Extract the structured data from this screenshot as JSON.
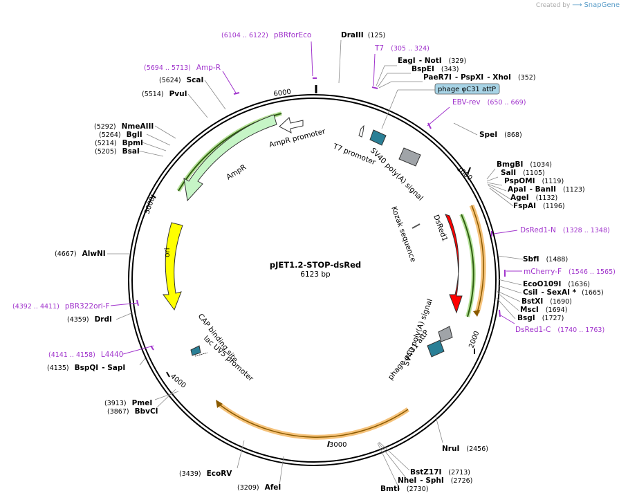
{
  "credit": {
    "created_by": "Created by",
    "brand": "SnapGene"
  },
  "plasmid": {
    "name": "pJET1.2-STOP-dsRed",
    "size": "6123 bp"
  },
  "ticks": [
    "1000",
    "2000",
    "3000",
    "4000",
    "5000",
    "6000"
  ],
  "colors": {
    "primer": "#a033cc",
    "ampr": "#c6f5c6",
    "ori": "#ffff00",
    "dsred": "#ff0000",
    "polyA": "#a0a4a8",
    "attp": "#2a7f96",
    "orf": "#f5c27a"
  },
  "enzymes": [
    {
      "name": "DraIII",
      "pos": "(125)"
    },
    {
      "name": "EagI",
      "sep": "- ",
      "name2": "NotI",
      "pos": "(329)"
    },
    {
      "name": "BspEI",
      "pos": "(343)"
    },
    {
      "name": "PaeR7I",
      "sep": "- ",
      "name2": "PspXI",
      "sep2": "- ",
      "name3": "XhoI",
      "pos": "(352)"
    },
    {
      "name": "SpeI",
      "pos": "(868)"
    },
    {
      "name": "BmgBI",
      "pos": "(1034)"
    },
    {
      "name": "SalI",
      "pos": "(1105)"
    },
    {
      "name": "PspOMI",
      "pos": "(1119)"
    },
    {
      "name": "ApaI",
      "sep": "- ",
      "name2": "BanII",
      "pos": "(1123)"
    },
    {
      "name": "AgeI",
      "pos": "(1132)"
    },
    {
      "name": "FspAI",
      "pos": "(1196)"
    },
    {
      "name": "SbfI",
      "pos": "(1488)"
    },
    {
      "name": "EcoO109I",
      "pos": "(1636)"
    },
    {
      "name": "CsiI",
      "sep": "- ",
      "name2": "SexAI *",
      "pos": "(1665)"
    },
    {
      "name": "BstXI",
      "pos": "(1690)"
    },
    {
      "name": "MscI",
      "pos": "(1694)"
    },
    {
      "name": "BsgI",
      "pos": "(1727)"
    },
    {
      "name": "NruI",
      "pos": "(2456)"
    },
    {
      "name": "BstZ17I",
      "pos": "(2713)"
    },
    {
      "name": "NheI",
      "sep": "- ",
      "name2": "SphI",
      "pos": "(2726)"
    },
    {
      "name": "BmtI",
      "pos": "(2730)"
    },
    {
      "name": "AfeI",
      "pos": "(3209)"
    },
    {
      "name": "EcoRV",
      "pos": "(3439)"
    },
    {
      "name": "BbvCI",
      "pos": "(3867)"
    },
    {
      "name": "PmeI",
      "pos": "(3913)"
    },
    {
      "name": "BspQI",
      "sep": "- ",
      "name2": "SapI",
      "pos": "(4135)"
    },
    {
      "name": "DrdI",
      "pos": "(4359)"
    },
    {
      "name": "AlwNI",
      "pos": "(4667)"
    },
    {
      "name": "BsaI",
      "pos": "(5205)"
    },
    {
      "name": "BpmI",
      "pos": "(5214)"
    },
    {
      "name": "BglI",
      "pos": "(5264)"
    },
    {
      "name": "NmeAIII",
      "pos": "(5292)"
    },
    {
      "name": "PvuI",
      "pos": "(5514)"
    },
    {
      "name": "ScaI",
      "pos": "(5624)"
    }
  ],
  "primers": [
    {
      "name": "pBRforEco",
      "range": "(6104 .. 6122)"
    },
    {
      "name": "T7",
      "range": "(305 .. 324)"
    },
    {
      "name": "EBV-rev",
      "range": "(650 .. 669)"
    },
    {
      "name": "DsRed1-N",
      "range": "(1328 .. 1348)"
    },
    {
      "name": "mCherry-F",
      "range": "(1546 .. 1565)"
    },
    {
      "name": "DsRed1-C",
      "range": "(1740 .. 1763)"
    },
    {
      "name": "L4440",
      "range": "(4141 .. 4158)"
    },
    {
      "name": "pBR322ori-F",
      "range": "(4392 .. 4411)"
    },
    {
      "name": "Amp-R",
      "range": "(5694 .. 5713)"
    }
  ],
  "features": {
    "attp_box": "phage φC31 attP",
    "t7_promoter": "T7 promoter",
    "sv40_top": "SV40 poly(A) signal",
    "kozak": "Kozak sequence",
    "dsred": "DsRed1",
    "sv40_bottom": "SV40 poly(A) signal",
    "attp_bottom": "phage φC31 attP",
    "cap_site": "CAP binding site",
    "lac_promoter": "lac UV5 promoter",
    "ori": "ori",
    "ampr": "AmpR",
    "ampr_promoter": "AmpR promoter"
  }
}
